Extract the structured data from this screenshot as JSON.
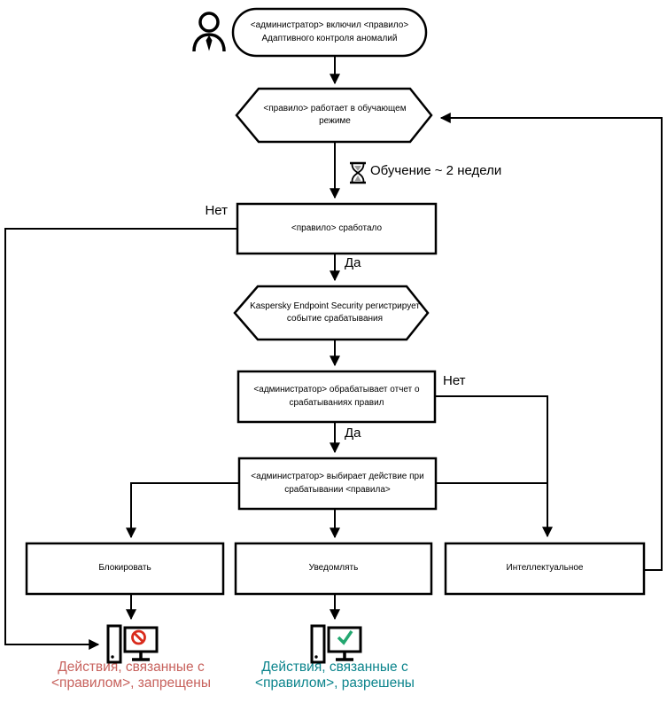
{
  "colors": {
    "outline": "#000000",
    "denied_text": "#c7615c",
    "allowed_text": "#0b848c",
    "prohibition_icon": "#d92b1c",
    "check_icon": "#23a770"
  },
  "nodes": {
    "start": "<администратор> включил <правило>\nАдаптивного контроля аномалий",
    "learning_mode": "<правило> работает в обучающем\nрежиме",
    "training_duration": "Обучение ~ 2 недели",
    "rule_triggered": "<правило> сработало",
    "kes_registers": "Kaspersky Endpoint Security регистрирует\nсобытие срабатывания",
    "admin_report": "<администратор> обрабатывает отчет о\nсрабатываниях правил",
    "admin_action": "<администратор> выбирает действие при\nсрабатывании <правила>",
    "action_block": "Блокировать",
    "action_notify": "Уведомлять",
    "action_smart": "Интеллектуальное"
  },
  "labels": {
    "no_rule_not_triggered": "Нет",
    "yes_rule_triggered": "Да",
    "no_report_not_processed": "Нет",
    "yes_report_processed": "Да"
  },
  "outcomes": {
    "denied": "Действия, связанные с\n<правилом>, запрещены",
    "allowed": "Действия, связанные с\n<правилом>, разрешены"
  }
}
